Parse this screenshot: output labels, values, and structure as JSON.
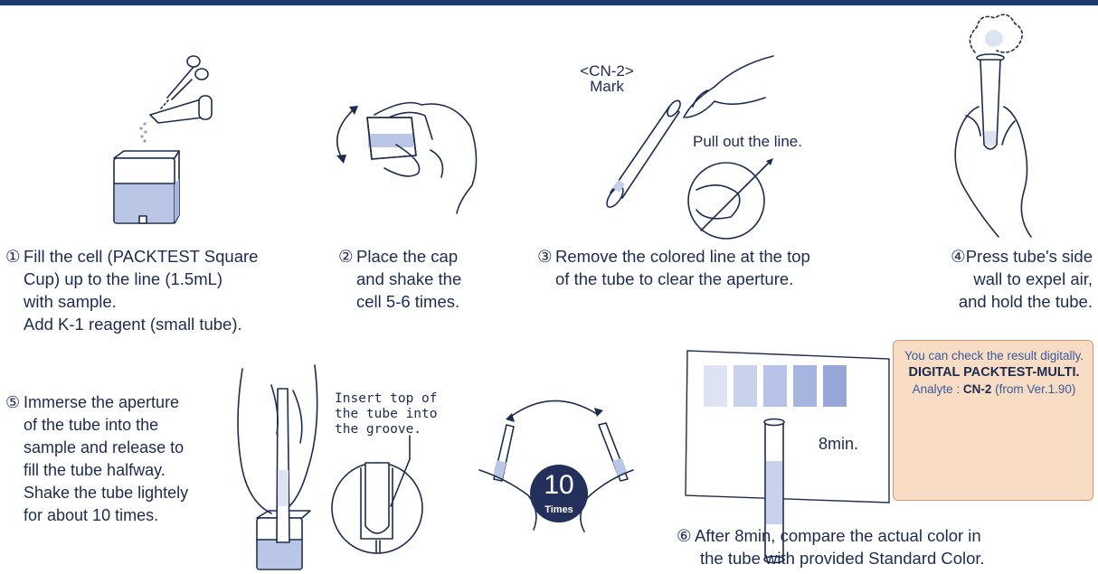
{
  "colors": {
    "navy": "#1d2b4f",
    "top_bar": "#1b3a6e",
    "liquid_blue": "#b9c6e6",
    "standard_color_swatches": [
      "#dde3f2",
      "#c9d2ec",
      "#b7c3e6",
      "#a6b5df",
      "#95a6d7"
    ],
    "promo_background": "#f8dcc4",
    "badge": "#24305c"
  },
  "icons": [
    "scissors-icon",
    "reagent-tube-icon",
    "cup-icon",
    "shake-arrow-icon",
    "hand-icon",
    "tube-icon",
    "magnifier-icon",
    "smoke-puff-icon",
    "color-chart-icon",
    "device-icon"
  ],
  "steps": {
    "s1": {
      "num": "①",
      "lines": [
        "Fill the cell (PACKTEST Square",
        "Cup) up to the line (1.5mL)",
        "with sample.",
        "Add K-1 reagent (small tube)."
      ]
    },
    "s2": {
      "num": "②",
      "lines": [
        "Place the cap",
        "and shake the",
        "cell 5-6 times."
      ]
    },
    "s3": {
      "num": "③",
      "lines": [
        "Remove the colored line at the top",
        "of the tube to clear the aperture."
      ]
    },
    "s4": {
      "num": "④",
      "lines": [
        "Press tube's side",
        "wall to expel air,",
        "and hold the tube."
      ]
    },
    "s5": {
      "num": "⑤",
      "lines": [
        "Immerse the aperture",
        "of the tube into the",
        "sample and release to",
        "fill the tube halfway.",
        "Shake the tube lightely",
        "for about 10 times."
      ]
    },
    "s6": {
      "num": "⑥",
      "lines": [
        "After 8min, compare the actual color in",
        "the tube with provided Standard Color."
      ]
    }
  },
  "labels": {
    "cn2_mark_1": "<CN-2>",
    "cn2_mark_2": "Mark",
    "pull_line": "Pull out the line.",
    "insert_1": "Insert top of",
    "insert_2": "the tube into",
    "insert_3": "the groove.",
    "badge_number": "10",
    "badge_text": "Times",
    "eight_min": "8min."
  },
  "promo": {
    "line1": "You can check the result digitally.",
    "line2": "DIGITAL PACKTEST-MULTI.",
    "analyte_label": "Analyte : ",
    "analyte_value": "CN-2",
    "analyte_suffix": " (from Ver.1.90)"
  }
}
